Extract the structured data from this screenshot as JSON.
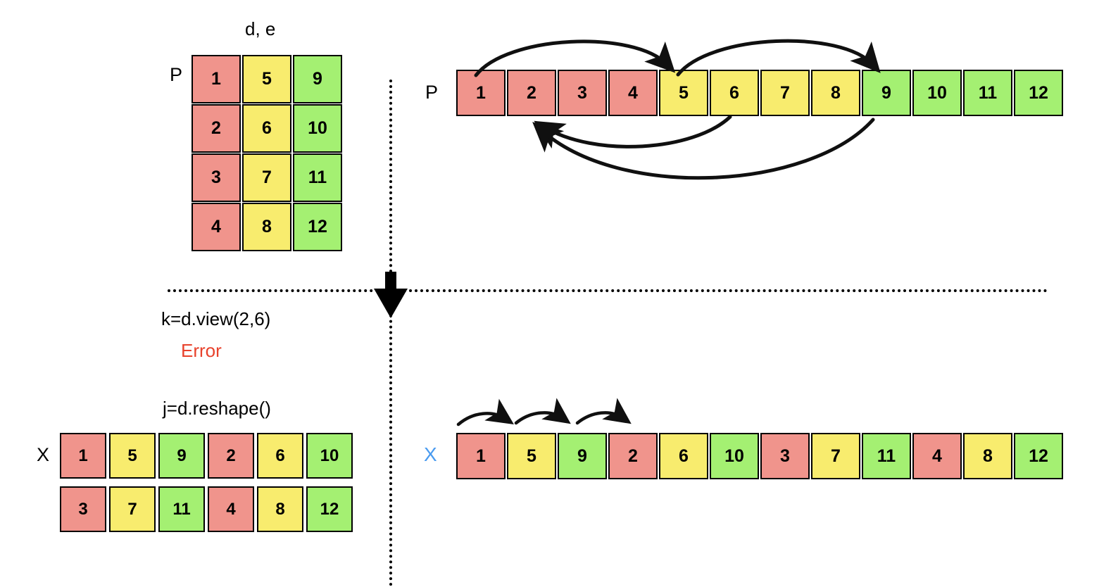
{
  "diagram": {
    "title_top_left": "d, e",
    "code_view": "k=d.view(2,6)",
    "error_text": "Error",
    "code_reshape": "j=d.reshape()",
    "colors": {
      "red": "#F0948C",
      "yellow": "#F8EC6E",
      "green": "#A4F072",
      "error": "#E8422C",
      "blue_label": "#4A9BF0",
      "stroke": "#000000",
      "background": "#FFFFFF"
    }
  },
  "top_left": {
    "label": "P",
    "title": "d, e",
    "grid": [
      [
        "1",
        "5",
        "9"
      ],
      [
        "2",
        "6",
        "10"
      ],
      [
        "3",
        "7",
        "11"
      ],
      [
        "4",
        "8",
        "12"
      ]
    ],
    "colors": [
      "red",
      "yellow",
      "green"
    ]
  },
  "top_right": {
    "label": "P",
    "cells": [
      "1",
      "2",
      "3",
      "4",
      "5",
      "6",
      "7",
      "8",
      "9",
      "10",
      "11",
      "12"
    ],
    "colors": [
      "red",
      "red",
      "red",
      "red",
      "yellow",
      "yellow",
      "yellow",
      "yellow",
      "green",
      "green",
      "green",
      "green"
    ],
    "arrows": [
      {
        "name": "arrow-1-to-5-above",
        "from": "1",
        "to": "5",
        "side": "above"
      },
      {
        "name": "arrow-5-to-9-above",
        "from": "5",
        "to": "9",
        "side": "above"
      },
      {
        "name": "arrow-6-to-2-below",
        "from": "6",
        "to": "2",
        "side": "below"
      },
      {
        "name": "arrow-9-to-2-below",
        "from": "9",
        "to": "2",
        "side": "below"
      }
    ]
  },
  "bottom_left": {
    "label": "X",
    "grid": [
      [
        "1",
        "5",
        "9",
        "2",
        "6",
        "10"
      ],
      [
        "3",
        "7",
        "11",
        "4",
        "8",
        "12"
      ]
    ],
    "colors": [
      [
        "red",
        "yellow",
        "green",
        "red",
        "yellow",
        "green"
      ],
      [
        "red",
        "yellow",
        "green",
        "red",
        "yellow",
        "green"
      ]
    ]
  },
  "bottom_right": {
    "label": "X",
    "cells": [
      "1",
      "5",
      "9",
      "2",
      "6",
      "10",
      "3",
      "7",
      "11",
      "4",
      "8",
      "12"
    ],
    "colors": [
      "red",
      "yellow",
      "green",
      "red",
      "yellow",
      "green",
      "red",
      "yellow",
      "green",
      "red",
      "yellow",
      "green"
    ],
    "arrows": [
      {
        "name": "arrow-1-to-5-short",
        "from": "1",
        "to": "5"
      },
      {
        "name": "arrow-5-to-9-short",
        "from": "5",
        "to": "9"
      },
      {
        "name": "arrow-9-to-2-short",
        "from": "9",
        "to": "2"
      }
    ]
  }
}
